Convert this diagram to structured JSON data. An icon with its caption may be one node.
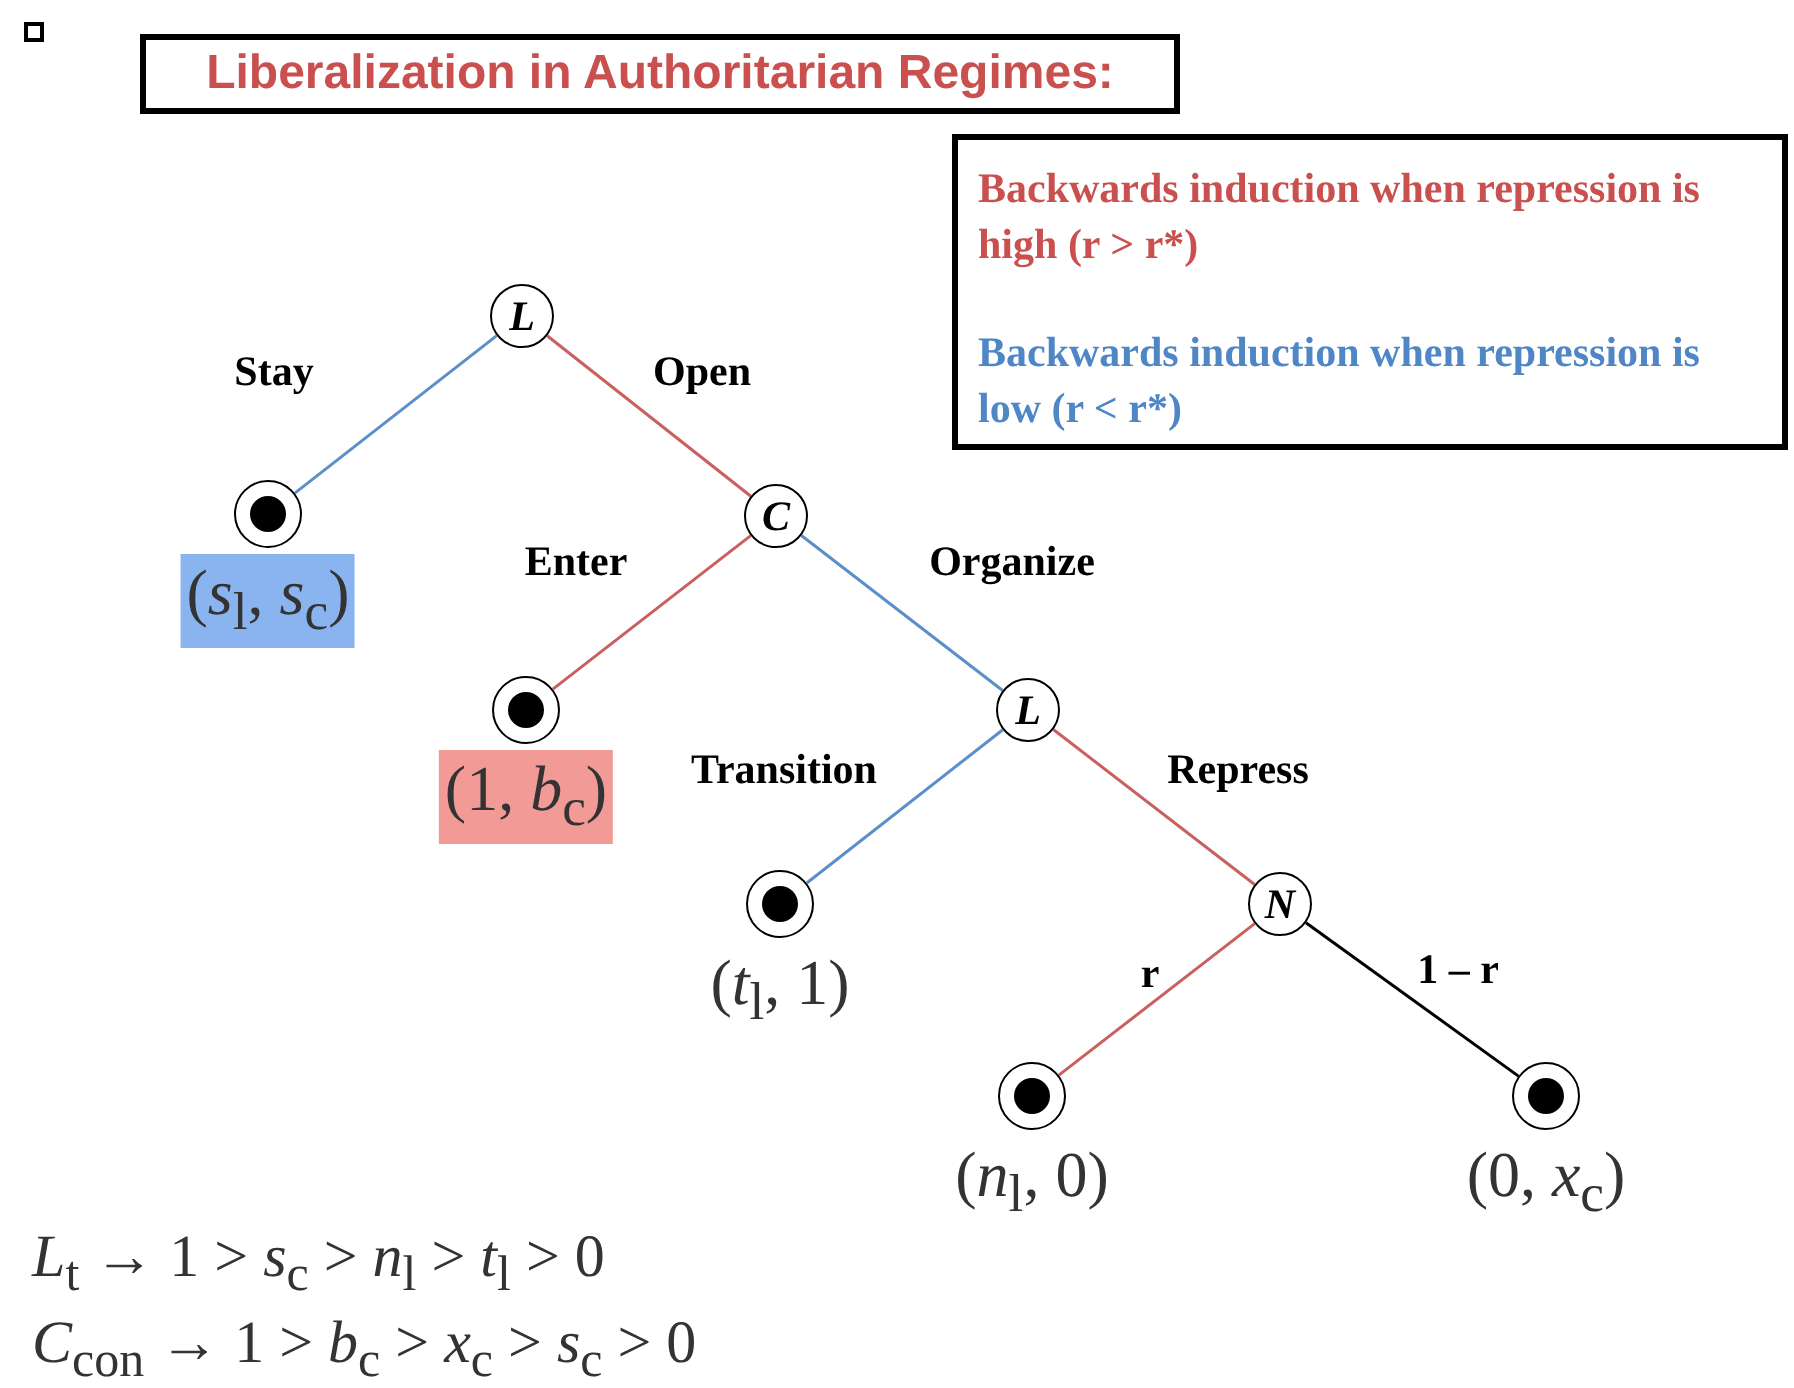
{
  "diagram": {
    "title": "Liberalization in Authoritarian Regimes:",
    "nodes": [
      {
        "text": [
          "L"
        ]
      },
      {
        "text": [],
        "shape": "circle",
        "beside": [
          "(*s*$_{l}$, *s*$_{c}$)"
        ]
      },
      {
        "text": [
          "C"
        ]
      },
      {
        "text": [],
        "shape": "circle",
        "beside": [
          "(1, *b*$_{c}$)"
        ]
      },
      {
        "text": [
          "L"
        ]
      },
      {
        "text": [],
        "shape": "circle",
        "beside": [
          "(*t*$_{l}$, 1)"
        ]
      },
      {
        "text": [
          "N"
        ]
      },
      {
        "text": [],
        "shape": "circle",
        "beside": [
          "(*n*$_{l}$, 0)"
        ]
      },
      {
        "text": [],
        "shape": "circle",
        "beside": [
          "(0, *x*$_{c}$)"
        ]
      }
    ],
    "edges": [
      {
        "from": 0,
        "to": 1,
        "arrow": "none",
        "label": "Stay",
        "color": "#5b8fc9"
      },
      {
        "from": 0,
        "to": 2,
        "arrow": "none",
        "label": "Open",
        "color": "#c9605e"
      },
      {
        "from": 2,
        "to": 3,
        "arrow": "none",
        "label": "Enter",
        "color": "#c9605e"
      },
      {
        "from": 2,
        "to": 4,
        "arrow": "none",
        "label": "Organize",
        "color": "#5b8fc9"
      },
      {
        "from": 4,
        "to": 5,
        "arrow": "none",
        "label": "Transition",
        "color": "#5b8fc9"
      },
      {
        "from": 4,
        "to": 6,
        "arrow": "none",
        "label": "Repress",
        "color": "#c9605e"
      },
      {
        "from": 6,
        "to": 7,
        "arrow": "none",
        "label": "r",
        "color": "#c9605e"
      },
      {
        "from": 6,
        "to": 8,
        "arrow": "none",
        "label": "1 – r",
        "color": "#000000"
      }
    ],
    "labels": [
      "*L*$_{t}$ → 1 > *s*$_{c}$ > *n*$_{l}$ > *t*$_{l}$ > 0",
      "*C*$_{con}$ → 1 > *b*$_{c}$ > *x*$_{c}$ > *s*$_{c}$ > 0"
    ],
    "legend": [
      {
        "text": "Backwards induction when repression is high (r > r*)",
        "color": "#c9504e"
      },
      {
        "text": "Backwards induction when repression is low (r < r*)",
        "color": "#4f86c6"
      }
    ]
  }
}
